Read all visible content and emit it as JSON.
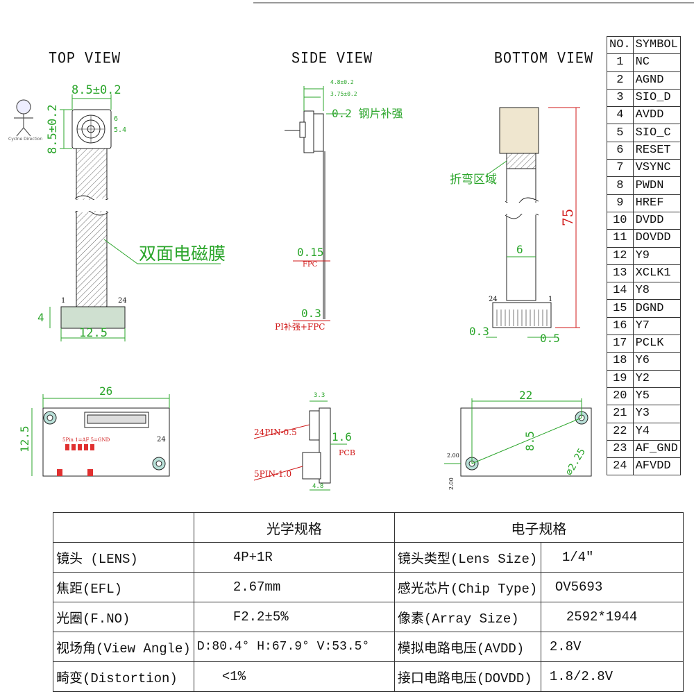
{
  "views": {
    "top": "TOP VIEW",
    "side": "SIDE VIEW",
    "bottom": "BOTTOM VIEW"
  },
  "top_view": {
    "width_dim": "8.5±0.2",
    "height_dim": "8.5±0.2",
    "tiny_dim_1": "6",
    "tiny_dim_2": "5.4",
    "film_label": "双面电磁膜",
    "pin_left": "1",
    "pin_right": "24",
    "conn_height": "4",
    "conn_width": "12.5",
    "logo_caption": "Cyclne Direction"
  },
  "side_view": {
    "dim_a": "4.8±0.2",
    "dim_b": "3.75±0.2",
    "stiffener_label": "0.2 钢片补强",
    "fpc_thickness": "0.15",
    "fpc_label": "FPC",
    "pi_thickness": "0.3",
    "pi_label": "PI补强+FPC"
  },
  "bottom_view": {
    "bend_label": "折弯区域",
    "length_dim": "75",
    "width_dim": "6",
    "pin_left": "24",
    "pin_right": "1",
    "dim_left": "0.3",
    "dim_right": "0.5"
  },
  "board_left": {
    "width": "26",
    "height": "12.5",
    "pin_text": "5Pin 1=AF 5=GND",
    "pin_mark": "24"
  },
  "board_mid": {
    "top_dim": "3.3",
    "label_24pin": "24PIN-0.5",
    "thickness": "1.6",
    "pcb_label": "PCB",
    "label_5pin": "5PIN-1.0",
    "bottom_dim": "4.8"
  },
  "board_right": {
    "width": "22",
    "height": "8.5",
    "hole_dim": "⌀2.25",
    "offset_x": "2.00",
    "offset_y": "2.00"
  },
  "pin_table": {
    "headers": [
      "NO.",
      "SYMBOL"
    ],
    "rows": [
      [
        "1",
        "NC"
      ],
      [
        "2",
        "AGND"
      ],
      [
        "3",
        "SIO_D"
      ],
      [
        "4",
        "AVDD"
      ],
      [
        "5",
        "SIO_C"
      ],
      [
        "6",
        "RESET"
      ],
      [
        "7",
        "VSYNC"
      ],
      [
        "8",
        "PWDN"
      ],
      [
        "9",
        "HREF"
      ],
      [
        "10",
        "DVDD"
      ],
      [
        "11",
        "DOVDD"
      ],
      [
        "12",
        "Y9"
      ],
      [
        "13",
        "XCLK1"
      ],
      [
        "14",
        "Y8"
      ],
      [
        "15",
        "DGND"
      ],
      [
        "16",
        "Y7"
      ],
      [
        "17",
        "PCLK"
      ],
      [
        "18",
        "Y6"
      ],
      [
        "19",
        "Y2"
      ],
      [
        "20",
        "Y5"
      ],
      [
        "21",
        "Y3"
      ],
      [
        "22",
        "Y4"
      ],
      [
        "23",
        "AF_GND"
      ],
      [
        "24",
        "AFVDD"
      ]
    ]
  },
  "spec_table": {
    "optical_header": "光学规格",
    "electronic_header": "电子规格",
    "rows": [
      [
        "镜头 (LENS)",
        "4P+1R",
        "镜头类型(Lens Size)",
        "1/4\""
      ],
      [
        "焦距(EFL)",
        "2.67mm",
        "感光芯片(Chip Type)",
        "OV5693"
      ],
      [
        "光圈(F.NO)",
        "F2.2±5%",
        "像素(Array Size)",
        "2592*1944"
      ],
      [
        "视场角(View Angle)",
        "D:80.4° H:67.9° V:53.5°",
        "模拟电路电压(AVDD)",
        "2.8V"
      ],
      [
        "畸变(Distortion)",
        "<1%",
        "接口电路电压(DOVDD)",
        "1.8/2.8V"
      ]
    ]
  }
}
